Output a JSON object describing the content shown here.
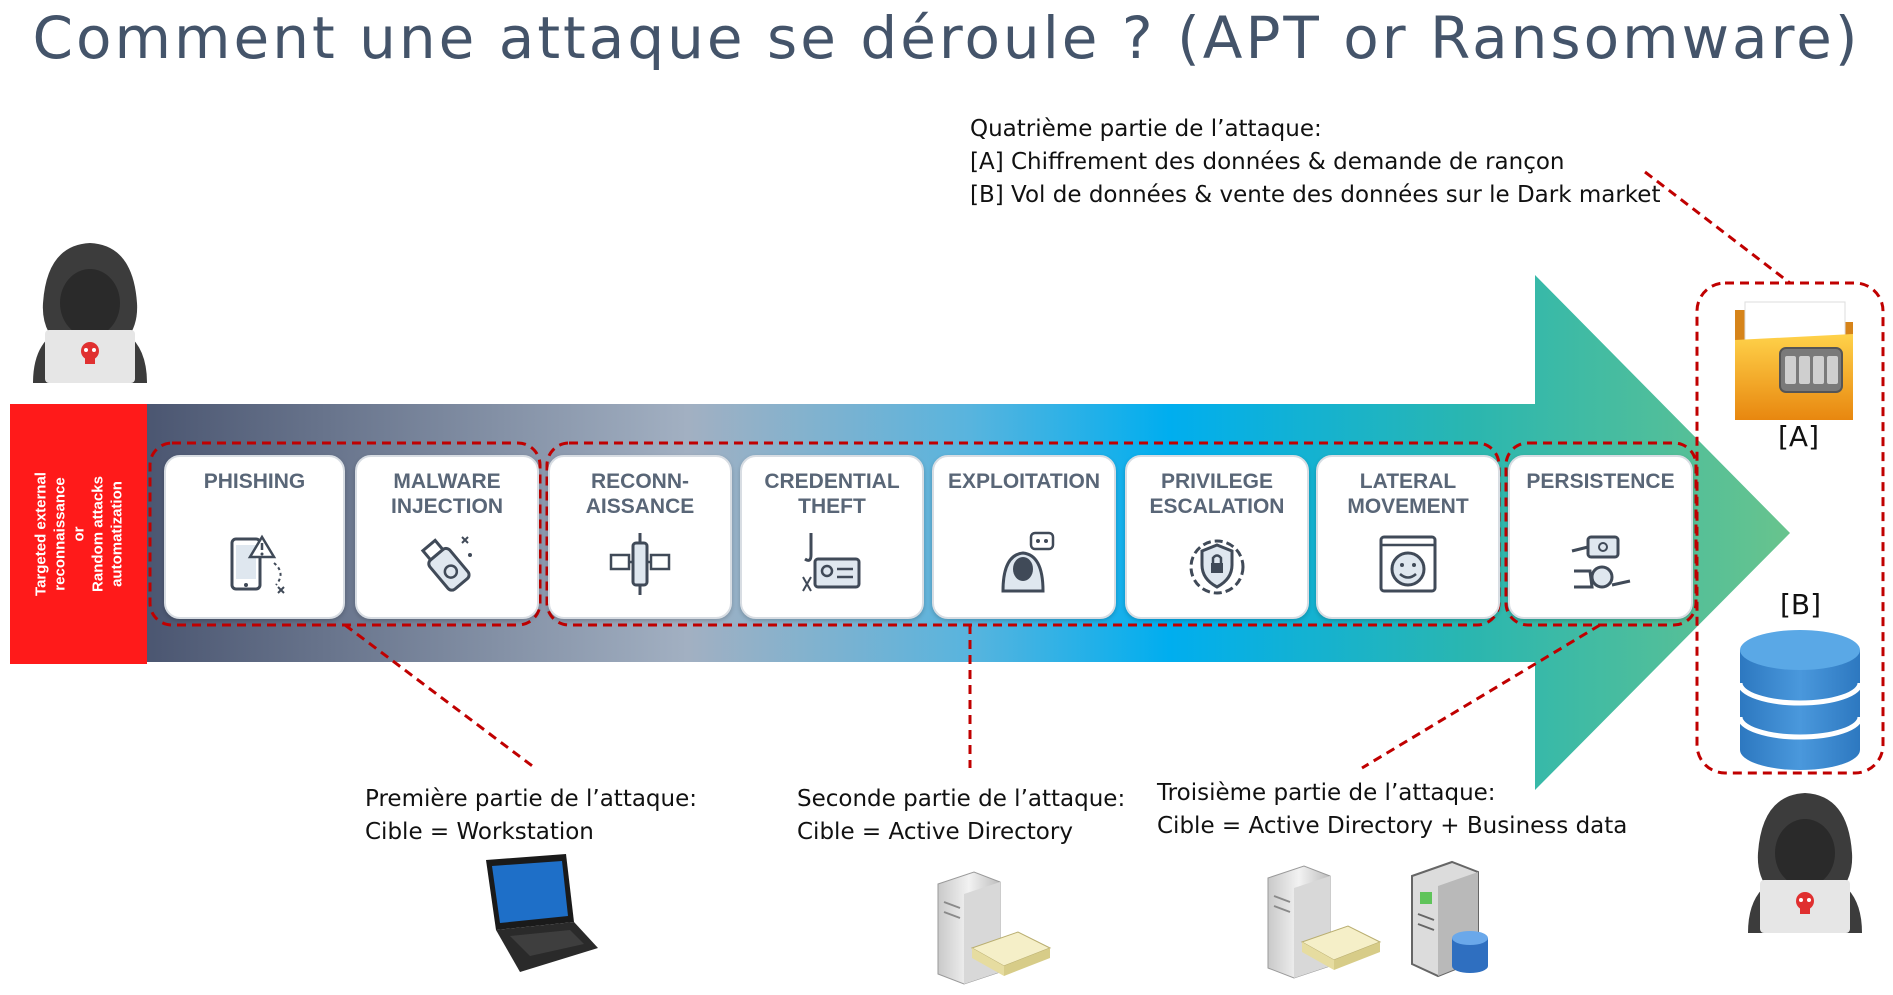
{
  "title": "Comment une attaque se déroule ? (APT or Ransomware)",
  "left_label": {
    "line1": "Targeted external",
    "line2": "reconnaissance",
    "line3": "or",
    "line4": "Random attacks",
    "line5": "automatization"
  },
  "stages": [
    {
      "label": "PHISHING",
      "icon": "phishing-phone-icon"
    },
    {
      "label": "MALWARE\nINJECTION",
      "icon": "usb-malware-icon"
    },
    {
      "label": "RECONN-\nAISSANCE",
      "icon": "satellite-icon"
    },
    {
      "label": "CREDENTIAL\nTHEFT",
      "icon": "credential-card-hook-icon"
    },
    {
      "label": "EXPLOITATION",
      "icon": "hacker-icon"
    },
    {
      "label": "PRIVILEGE\nESCALATION",
      "icon": "shield-gear-icon"
    },
    {
      "label": "LATERAL\nMOVEMENT",
      "icon": "monitor-face-icon"
    },
    {
      "label": "PERSISTENCE",
      "icon": "hands-exchange-icon"
    }
  ],
  "notes": {
    "fourth": {
      "line1": "Quatrième partie de l’attaque:",
      "line2": "[A] Chiffrement des données & demande de rançon",
      "line3": "[B] Vol de données & vente des données sur le Dark market"
    },
    "first": {
      "line1": "Première partie de l’attaque:",
      "line2": "Cible = Workstation"
    },
    "second": {
      "line1": "Seconde partie de l’attaque:",
      "line2": "Cible = Active Directory"
    },
    "third": {
      "line1": "Troisième partie de l’attaque:",
      "line2": "Cible = Active Directory +  Business data"
    }
  },
  "outcomes": {
    "a": "[A]",
    "b": "[B]"
  },
  "icons": [
    "hacker-left-icon",
    "hacker-right-icon",
    "locked-folder-icon",
    "database-icon",
    "laptop-icon",
    "server-icon",
    "server-database-icon"
  ],
  "colors": {
    "title": "#44546a",
    "left_label_bg": "#ff1a1a",
    "dashed_groups": "#c00000",
    "arrow_start": "#4a5570",
    "arrow_mid": "#00aeef",
    "arrow_end": "#5fc490",
    "stage_text": "#596677"
  }
}
